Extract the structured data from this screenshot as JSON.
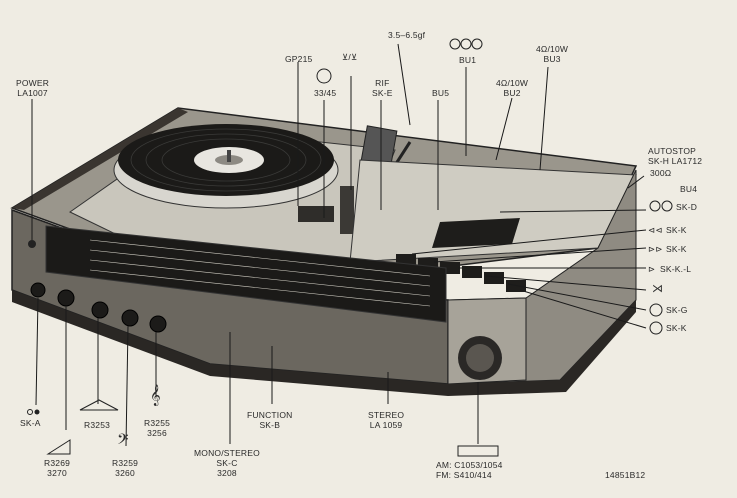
{
  "labels": {
    "power": [
      "POWER",
      "LA1007"
    ],
    "gp215": "GP215",
    "speed": "33/45",
    "force": "3.5–6.5gf",
    "rif": [
      "RIF",
      "SK-E"
    ],
    "bu5": "BU5",
    "bu1": "BU1",
    "bu2": [
      "4Ω/10W",
      "BU2"
    ],
    "bu3": [
      "4Ω/10W",
      "BU3"
    ],
    "autostop": [
      "AUTOSTOP",
      "SK-H  LA1712"
    ],
    "ohm300": "300Ω",
    "bu4": "BU4",
    "skd": "SK-D",
    "skk_rew": "SK-K",
    "skk_ff": "SK-K",
    "skkl": "SK-K.-L",
    "skg": "SK-G",
    "skk_rec": "SK-K",
    "ska": "SK-A",
    "r3253": "R3253",
    "r3255": [
      "R3255",
      "3256"
    ],
    "r3269": [
      "R3269",
      "3270"
    ],
    "r3259": [
      "R3259",
      "3260"
    ],
    "function": [
      "FUNCTION",
      "SK-B"
    ],
    "stereo": [
      "STEREO",
      "LA 1059"
    ],
    "monostereo": [
      "MONO/STEREO",
      "SK-C",
      "3208"
    ],
    "amfm": [
      "AM: C1053/1054",
      "FM: S410/414"
    ],
    "fig": "14851B12"
  },
  "icons": [
    "power-dot-icon",
    "balance-icon",
    "treble-clef-icon",
    "bass-clef-icon",
    "volume-wedge-icon",
    "tape-reel-icon",
    "antenna-icon",
    "ground-icon",
    "stop-icon",
    "record-icon",
    "pause-icon"
  ]
}
